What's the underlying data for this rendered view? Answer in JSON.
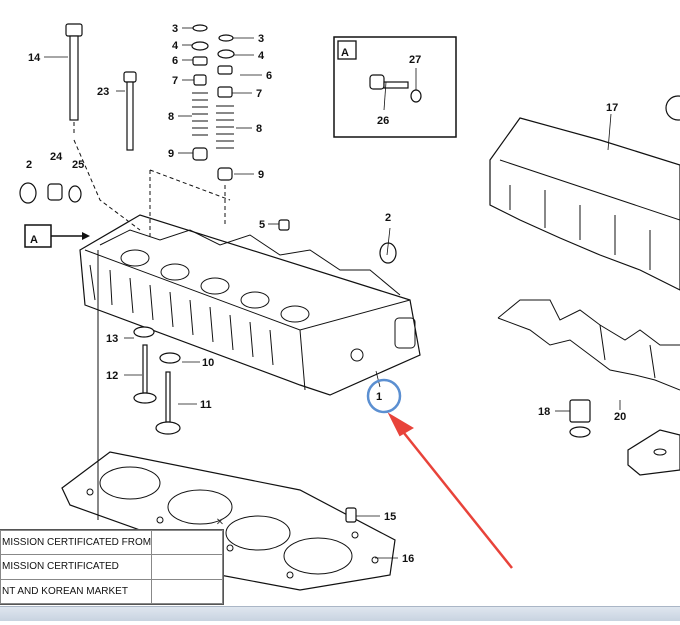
{
  "diagram": {
    "callouts": [
      {
        "id": "c1",
        "label": "1"
      },
      {
        "id": "c2a",
        "label": "2"
      },
      {
        "id": "c2b",
        "label": "2"
      },
      {
        "id": "c3a",
        "label": "3"
      },
      {
        "id": "c3b",
        "label": "3"
      },
      {
        "id": "c4a",
        "label": "4"
      },
      {
        "id": "c4b",
        "label": "4"
      },
      {
        "id": "c5",
        "label": "5"
      },
      {
        "id": "c6a",
        "label": "6"
      },
      {
        "id": "c6b",
        "label": "6"
      },
      {
        "id": "c7a",
        "label": "7"
      },
      {
        "id": "c7b",
        "label": "7"
      },
      {
        "id": "c8a",
        "label": "8"
      },
      {
        "id": "c8b",
        "label": "8"
      },
      {
        "id": "c9a",
        "label": "9"
      },
      {
        "id": "c9b",
        "label": "9"
      },
      {
        "id": "c10",
        "label": "10"
      },
      {
        "id": "c11",
        "label": "11"
      },
      {
        "id": "c12",
        "label": "12"
      },
      {
        "id": "c13",
        "label": "13"
      },
      {
        "id": "c14",
        "label": "14"
      },
      {
        "id": "c15",
        "label": "15"
      },
      {
        "id": "c16",
        "label": "16"
      },
      {
        "id": "c17",
        "label": "17"
      },
      {
        "id": "c18",
        "label": "18"
      },
      {
        "id": "c20",
        "label": "20"
      },
      {
        "id": "c23",
        "label": "23"
      },
      {
        "id": "c24",
        "label": "24"
      },
      {
        "id": "c25",
        "label": "25"
      },
      {
        "id": "c26",
        "label": "26"
      },
      {
        "id": "c27",
        "label": "27"
      }
    ],
    "detail_label": "A",
    "view_marker": "A",
    "highlight_color": "#5b8fd1",
    "arrow_color": "#e8433a"
  },
  "info_panel": {
    "rows": [
      {
        "text": "MISSION CERTIFICATED FROM",
        "value": ""
      },
      {
        "text": "MISSION CERTIFICATED",
        "value": ""
      },
      {
        "text": "NT AND KOREAN MARKET",
        "value": ""
      }
    ],
    "close_label": "✕"
  }
}
